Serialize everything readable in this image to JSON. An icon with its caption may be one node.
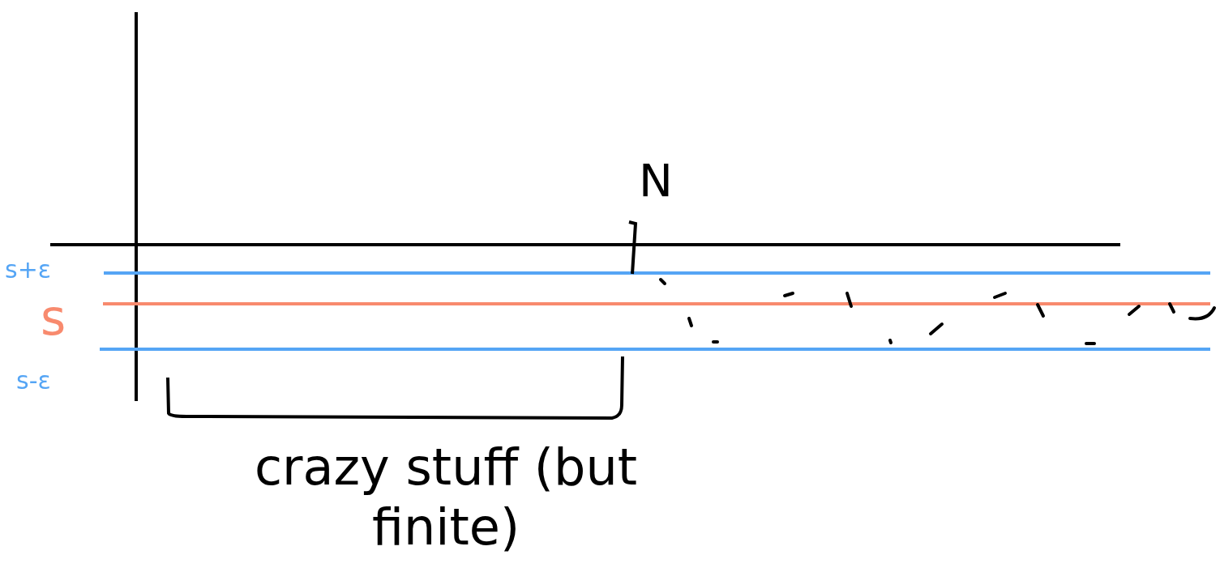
{
  "diagram": {
    "labels": [
      "N",
      "s+ε",
      "s",
      "s-ε",
      "crazy stuff (but finite)"
    ]
  }
}
